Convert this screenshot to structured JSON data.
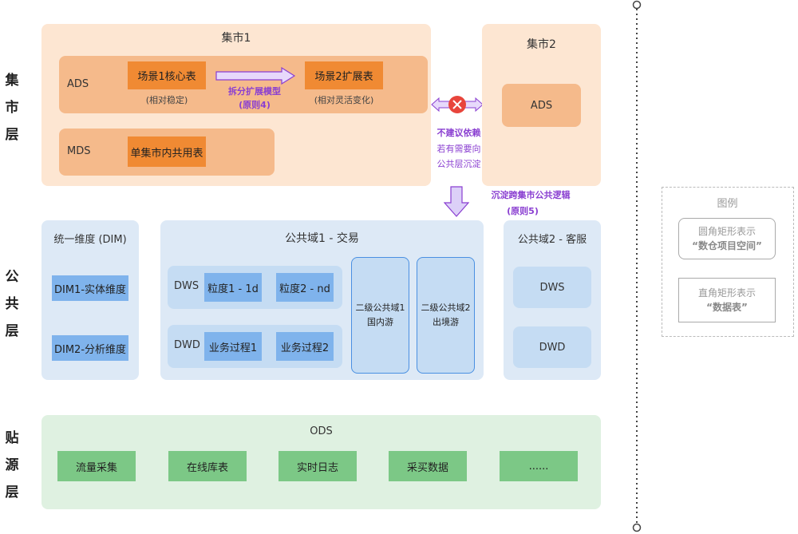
{
  "layers": {
    "market": [
      "集",
      "市",
      "层"
    ],
    "public": [
      "公",
      "共",
      "层"
    ],
    "ods": [
      "贴",
      "源",
      "层"
    ]
  },
  "market1": {
    "title": "集市1",
    "ads_label": "ADS",
    "scene1": "场景1核心表",
    "scene1_note": "(相对稳定)",
    "split_label": "拆分扩展模型",
    "split_principle": "(原则4)",
    "scene2": "场景2扩展表",
    "scene2_note": "(相对灵活变化)",
    "mds_label": "MDS",
    "mds_table": "单集市内共用表"
  },
  "market2": {
    "title": "集市2",
    "ads_label": "ADS"
  },
  "dependency": {
    "line1": "不建议依赖",
    "line2": "若有需要向",
    "line3": "公共层沉淀"
  },
  "sink": {
    "label": "沉淀跨集市公共逻辑",
    "principle": "(原则5)"
  },
  "dim": {
    "title": "统一维度 (DIM)",
    "item1": "DIM1-实体维度",
    "item2": "DIM2-分析维度"
  },
  "domain1": {
    "title": "公共域1 - 交易",
    "dws_label": "DWS",
    "dws_g1": "粒度1 - 1d",
    "dws_g2": "粒度2 - nd",
    "dwd_label": "DWD",
    "dwd_p1": "业务过程1",
    "dwd_p2": "业务过程2",
    "sub1_line1": "二级公共域1",
    "sub1_line2": "国内游",
    "sub2_line1": "二级公共域2",
    "sub2_line2": "出境游"
  },
  "domain2": {
    "title": "公共域2 - 客服",
    "dws": "DWS",
    "dwd": "DWD"
  },
  "ods": {
    "title": "ODS",
    "items": [
      "流量采集",
      "在线库表",
      "实时日志",
      "采买数据",
      "......"
    ]
  },
  "legend": {
    "title": "图例",
    "rounded_line1": "圆角矩形表示",
    "rounded_line2": "“数仓项目空间”",
    "square_line1": "直角矩形表示",
    "square_line2": "“数据表”"
  },
  "colors": {
    "market_bg": "#fde6d2",
    "market_sub": "#f5ba8b",
    "market_table": "#f08a33",
    "public_bg": "#dde9f6",
    "public_table": "#7fb3ec",
    "ods_bg": "#dff1e1",
    "ods_table": "#7cc886",
    "accent_purple": "#8a3fd1",
    "stop_red": "#e8453c"
  }
}
